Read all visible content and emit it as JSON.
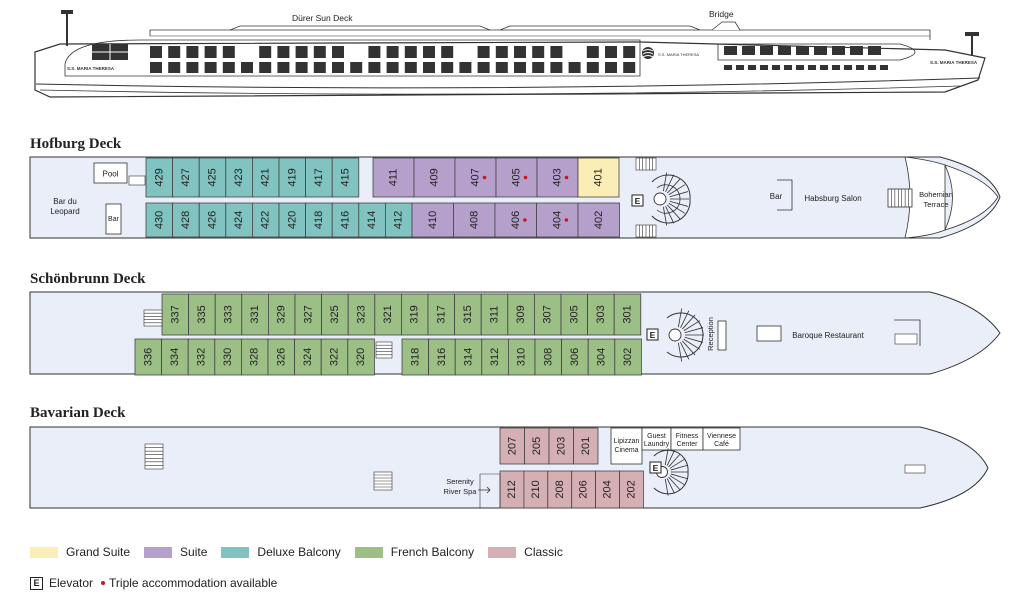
{
  "ship": {
    "sun_deck_label": "Dürer Sun Deck",
    "bridge_label": "Bridge",
    "name_bow": "S.S. MARIA THERESA",
    "name_stern": "S.S. MARIA THERESA",
    "name_logo": "S.S. MARIA THERESA"
  },
  "colors": {
    "grand_suite": "#fbedb6",
    "suite": "#b5a0cc",
    "deluxe_balcony": "#80c3c0",
    "french_balcony": "#9cbf86",
    "classic": "#d4afb4",
    "hull": "#e9eef8",
    "triple_dot": "#d0141e"
  },
  "decks": {
    "hofburg": {
      "title": "Hofburg Deck",
      "top_cabins": [
        {
          "num": "429",
          "cat": "deluxe_balcony",
          "triple": false
        },
        {
          "num": "427",
          "cat": "deluxe_balcony",
          "triple": false
        },
        {
          "num": "425",
          "cat": "deluxe_balcony",
          "triple": false
        },
        {
          "num": "423",
          "cat": "deluxe_balcony",
          "triple": false
        },
        {
          "num": "421",
          "cat": "deluxe_balcony",
          "triple": false
        },
        {
          "num": "419",
          "cat": "deluxe_balcony",
          "triple": false
        },
        {
          "num": "417",
          "cat": "deluxe_balcony",
          "triple": false
        },
        {
          "num": "415",
          "cat": "deluxe_balcony",
          "triple": false
        },
        {
          "num": "411",
          "cat": "suite",
          "triple": false
        },
        {
          "num": "409",
          "cat": "suite",
          "triple": false
        },
        {
          "num": "407",
          "cat": "suite",
          "triple": true
        },
        {
          "num": "405",
          "cat": "suite",
          "triple": true
        },
        {
          "num": "403",
          "cat": "suite",
          "triple": true
        },
        {
          "num": "401",
          "cat": "grand_suite",
          "triple": false
        }
      ],
      "bottom_cabins": [
        {
          "num": "430",
          "cat": "deluxe_balcony",
          "triple": false
        },
        {
          "num": "428",
          "cat": "deluxe_balcony",
          "triple": false
        },
        {
          "num": "426",
          "cat": "deluxe_balcony",
          "triple": false
        },
        {
          "num": "424",
          "cat": "deluxe_balcony",
          "triple": false
        },
        {
          "num": "422",
          "cat": "deluxe_balcony",
          "triple": false
        },
        {
          "num": "420",
          "cat": "deluxe_balcony",
          "triple": false
        },
        {
          "num": "418",
          "cat": "deluxe_balcony",
          "triple": false
        },
        {
          "num": "416",
          "cat": "deluxe_balcony",
          "triple": false
        },
        {
          "num": "414",
          "cat": "deluxe_balcony",
          "triple": false
        },
        {
          "num": "412",
          "cat": "deluxe_balcony",
          "triple": false
        },
        {
          "num": "410",
          "cat": "suite",
          "triple": false
        },
        {
          "num": "408",
          "cat": "suite",
          "triple": false
        },
        {
          "num": "406",
          "cat": "suite",
          "triple": true
        },
        {
          "num": "404",
          "cat": "suite",
          "triple": true
        },
        {
          "num": "402",
          "cat": "suite",
          "triple": false
        }
      ],
      "labels": {
        "pool": "Pool",
        "bar_du_leopard_1": "Bar du",
        "bar_du_leopard_2": "Leopard",
        "bar_small": "Bar",
        "bar_salon": "Bar",
        "habsburg_salon": "Habsburg Salon",
        "bohemian_1": "Bohemian",
        "bohemian_2": "Terrace",
        "elevator": "E"
      }
    },
    "schonbrunn": {
      "title": "Schönbrunn Deck",
      "top_cabins": [
        {
          "num": "337",
          "cat": "french_balcony"
        },
        {
          "num": "335",
          "cat": "french_balcony"
        },
        {
          "num": "333",
          "cat": "french_balcony"
        },
        {
          "num": "331",
          "cat": "french_balcony"
        },
        {
          "num": "329",
          "cat": "french_balcony"
        },
        {
          "num": "327",
          "cat": "french_balcony"
        },
        {
          "num": "325",
          "cat": "french_balcony"
        },
        {
          "num": "323",
          "cat": "french_balcony"
        },
        {
          "num": "321",
          "cat": "french_balcony"
        },
        {
          "num": "319",
          "cat": "french_balcony"
        },
        {
          "num": "317",
          "cat": "french_balcony"
        },
        {
          "num": "315",
          "cat": "french_balcony"
        },
        {
          "num": "311",
          "cat": "french_balcony"
        },
        {
          "num": "309",
          "cat": "french_balcony"
        },
        {
          "num": "307",
          "cat": "french_balcony"
        },
        {
          "num": "305",
          "cat": "french_balcony"
        },
        {
          "num": "303",
          "cat": "french_balcony"
        },
        {
          "num": "301",
          "cat": "french_balcony"
        }
      ],
      "bottom_left_cabins": [
        {
          "num": "336",
          "cat": "french_balcony"
        },
        {
          "num": "334",
          "cat": "french_balcony"
        },
        {
          "num": "332",
          "cat": "french_balcony"
        },
        {
          "num": "330",
          "cat": "french_balcony"
        },
        {
          "num": "328",
          "cat": "french_balcony"
        },
        {
          "num": "326",
          "cat": "french_balcony"
        },
        {
          "num": "324",
          "cat": "french_balcony"
        },
        {
          "num": "322",
          "cat": "french_balcony"
        },
        {
          "num": "320",
          "cat": "french_balcony"
        }
      ],
      "bottom_right_cabins": [
        {
          "num": "318",
          "cat": "french_balcony"
        },
        {
          "num": "316",
          "cat": "french_balcony"
        },
        {
          "num": "314",
          "cat": "french_balcony"
        },
        {
          "num": "312",
          "cat": "french_balcony"
        },
        {
          "num": "310",
          "cat": "french_balcony"
        },
        {
          "num": "308",
          "cat": "french_balcony"
        },
        {
          "num": "306",
          "cat": "french_balcony"
        },
        {
          "num": "304",
          "cat": "french_balcony"
        },
        {
          "num": "302",
          "cat": "french_balcony"
        }
      ],
      "labels": {
        "reception": "Reception",
        "baroque_restaurant": "Baroque Restaurant",
        "elevator": "E"
      }
    },
    "bavarian": {
      "title": "Bavarian Deck",
      "top_cabins": [
        {
          "num": "207",
          "cat": "classic"
        },
        {
          "num": "205",
          "cat": "classic"
        },
        {
          "num": "203",
          "cat": "classic"
        },
        {
          "num": "201",
          "cat": "classic"
        }
      ],
      "bottom_cabins": [
        {
          "num": "212",
          "cat": "classic"
        },
        {
          "num": "210",
          "cat": "classic"
        },
        {
          "num": "208",
          "cat": "classic"
        },
        {
          "num": "206",
          "cat": "classic"
        },
        {
          "num": "204",
          "cat": "classic"
        },
        {
          "num": "202",
          "cat": "classic"
        }
      ],
      "facilities": [
        {
          "line1": "Lipizzan",
          "line2": "Cinema"
        },
        {
          "line1": "Guest",
          "line2": "Laundry"
        },
        {
          "line1": "Fitness",
          "line2": "Center"
        },
        {
          "line1": "Viennese",
          "line2": "Café"
        }
      ],
      "labels": {
        "spa_1": "Serenity",
        "spa_2": "River Spa",
        "elevator": "E"
      }
    }
  },
  "legend": {
    "items": [
      {
        "label": "Grand Suite",
        "cat": "grand_suite"
      },
      {
        "label": "Suite",
        "cat": "suite"
      },
      {
        "label": "Deluxe Balcony",
        "cat": "deluxe_balcony"
      },
      {
        "label": "French Balcony",
        "cat": "french_balcony"
      },
      {
        "label": "Classic",
        "cat": "classic"
      }
    ],
    "elevator_key": "E",
    "elevator_label": "Elevator",
    "triple_label": "Triple accommodation available"
  }
}
